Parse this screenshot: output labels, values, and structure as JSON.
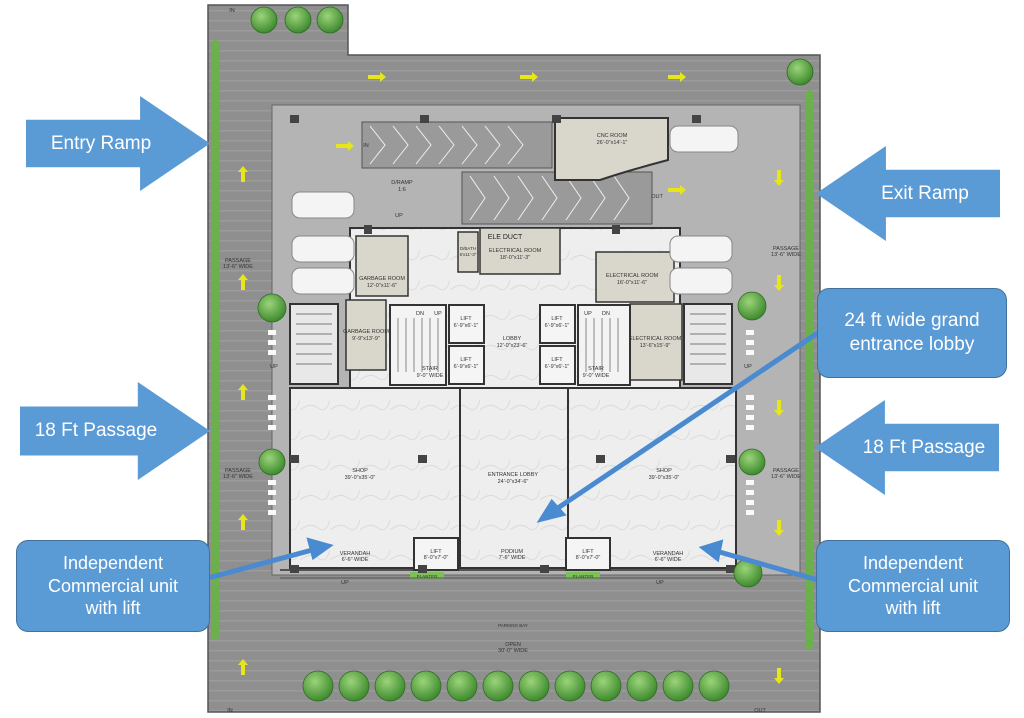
{
  "callouts": {
    "entry_ramp": "Entry Ramp",
    "exit_ramp": "Exit Ramp",
    "passage_left": "18 Ft Passage",
    "passage_right": "18 Ft Passage",
    "lobby_line1": "24 ft wide grand",
    "lobby_line2": "entrance lobby",
    "unit_left_line1": "Independent",
    "unit_left_line2": "Commercial unit",
    "unit_left_line3": "with lift",
    "unit_right_line1": "Independent",
    "unit_right_line2": "Commercial unit",
    "unit_right_line3": "with lift"
  },
  "plan": {
    "in_top": "IN",
    "in_bottom": "IN",
    "out_bottom": "OUT",
    "out_ramp": "OUT",
    "in_ramp": "IN",
    "cnc_room": "CNC ROOM",
    "cnc_room_size": "26'-0\"x14'-1\"",
    "ele_duct": "ELE DUCT",
    "dbath": "D/BATH",
    "dbath_size": "6'x11'-3\"",
    "electrical_room_top": "ELECTRICAL ROOM",
    "electrical_room_top_size": "18'-0\"x11'-3\"",
    "electrical_room_right": "ELECTRICAL ROOM",
    "electrical_room_right_size": "16'-0\"x11'-6\"",
    "electrical_room_right2": "ELECTRICAL ROOM",
    "electrical_room_right2_size": "13'-6\"x15'-9\"",
    "garbage_room": "GARBAGE ROOM",
    "garbage_room_size": "12'-0\"x11'-6\"",
    "garbage_room2": "GARBAGE ROOM",
    "garbage_room2_size": "9'-9\"x13'-9\"",
    "lobby": "LOBBY",
    "lobby_size": "12'-0\"x23'-6\"",
    "lift_a": "LIFT",
    "lift_a_size": "6'-9\"x6'-1\"",
    "lift_b": "LIFT",
    "lift_b_size": "6'-9\"x6'-1\"",
    "lift_c": "LIFT",
    "lift_c_size": "6'-9\"x6'-1\"",
    "lift_d": "LIFT",
    "lift_d_size": "6'-9\"x6'-1\"",
    "stair_left": "STAIR",
    "stair_left_size": "9'-0\" WIDE",
    "stair_right": "STAIR",
    "stair_right_size": "9'-0\" WIDE",
    "dn": "DN",
    "up": "UP",
    "shop_left": "SHOP",
    "shop_left_size": "39'-0\"x35'-0\"",
    "shop_right": "SHOP",
    "shop_right_size": "39'-0\"x35'-0\"",
    "entrance_lobby": "ENTRANCE LOBBY",
    "entrance_lobby_size": "24'-0\"x34'-6\"",
    "verandah_left": "VERANDAH",
    "verandah_left_size": "6'-6\" WIDE",
    "verandah_right": "VERANDAH",
    "verandah_right_size": "6'-6\" WIDE",
    "podium": "PODIUM",
    "podium_size": "7'-6\" WIDE",
    "lift_small_left": "LIFT",
    "lift_small_left_size": "8'-0\"x7'-0\"",
    "lift_small_right": "LIFT",
    "lift_small_right_size": "8'-0\"x7'-0\"",
    "planter_left": "PLANTER",
    "planter_right": "PLANTER",
    "passage_left_top": "PASSAGE",
    "passage_left_top_size": "13'-6\" WIDE",
    "passage_left_bottom": "PASSAGE",
    "passage_left_bottom_size": "13'-6\" WIDE",
    "passage_right_top": "PASSAGE",
    "passage_right_top_size": "13'-6\" WIDE",
    "passage_right_bottom": "PASSAGE",
    "passage_right_bottom_size": "13'-6\" WIDE",
    "open": "OPEN",
    "open_size": "30'-0\" WIDE",
    "parking": "PARKING BAY",
    "ramp_label": "D/RAMP",
    "ramp_slope": "1:6"
  },
  "colors": {
    "ground": "#8c8c8c",
    "ground_stripe": "#9a9a9a",
    "floor": "#ececec",
    "wall": "#3a3a3a",
    "callout": "#5b9bd5",
    "callout_border": "#41719c",
    "tree": "#5da447",
    "arrow_marker": "#e6e61a"
  }
}
